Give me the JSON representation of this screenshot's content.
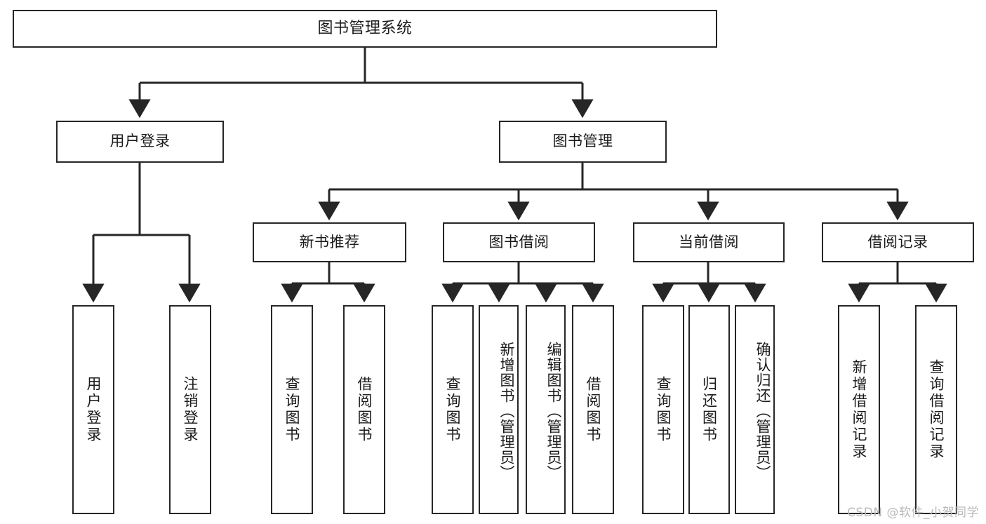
{
  "diagram": {
    "type": "tree",
    "title": "图书管理系统",
    "watermark": "CSDN @软件_小贺同学",
    "colors": {
      "stroke": "#262626",
      "fill": "#ffffff",
      "text": "#1a1a1a",
      "watermark": "#b9b9b9"
    },
    "levels": {
      "root": [
        "图书管理系统"
      ],
      "level2": [
        "用户登录",
        "图书管理"
      ],
      "level3": [
        "新书推荐",
        "图书借阅",
        "当前借阅",
        "借阅记录"
      ],
      "leaves": [
        "用户登录",
        "注销登录",
        "查询图书",
        "借阅图书",
        "查询图书",
        "新增图书（管理员）",
        "编辑图书（管理员）",
        "借阅图书",
        "查询图书",
        "归还图书",
        "确认归还（管理员）",
        "新增借阅记录",
        "查询借阅记录"
      ]
    },
    "nodes": {
      "root": {
        "label": "图书管理系统"
      },
      "user_login": {
        "label": "用户登录"
      },
      "book_manage": {
        "label": "图书管理"
      },
      "new_book_rec": {
        "label": "新书推荐"
      },
      "book_borrow": {
        "label": "图书借阅"
      },
      "current_borrow": {
        "label": "当前借阅"
      },
      "borrow_record": {
        "label": "借阅记录"
      },
      "leaf_user_login": {
        "label": "用户登录"
      },
      "leaf_logout": {
        "label": "注销登录"
      },
      "leaf_query_book_1": {
        "label": "查询图书"
      },
      "leaf_borrow_book_1": {
        "label": "借阅图书"
      },
      "leaf_query_book_2": {
        "label": "查询图书"
      },
      "leaf_add_book_admin": {
        "label": "新增图书（管理员）"
      },
      "leaf_edit_book_admin": {
        "label": "编辑图书（管理员）"
      },
      "leaf_borrow_book_2": {
        "label": "借阅图书"
      },
      "leaf_query_book_3": {
        "label": "查询图书"
      },
      "leaf_return_book": {
        "label": "归还图书"
      },
      "leaf_confirm_return_admin": {
        "label": "确认归还（管理员）"
      },
      "leaf_add_record": {
        "label": "新增借阅记录"
      },
      "leaf_query_record": {
        "label": "查询借阅记录"
      }
    },
    "edges": [
      {
        "from": "root",
        "to": "user_login"
      },
      {
        "from": "root",
        "to": "book_manage"
      },
      {
        "from": "user_login",
        "to": "leaf_user_login"
      },
      {
        "from": "user_login",
        "to": "leaf_logout"
      },
      {
        "from": "book_manage",
        "to": "new_book_rec"
      },
      {
        "from": "book_manage",
        "to": "book_borrow"
      },
      {
        "from": "book_manage",
        "to": "current_borrow"
      },
      {
        "from": "book_manage",
        "to": "borrow_record"
      },
      {
        "from": "new_book_rec",
        "to": "leaf_query_book_1"
      },
      {
        "from": "new_book_rec",
        "to": "leaf_borrow_book_1"
      },
      {
        "from": "book_borrow",
        "to": "leaf_query_book_2"
      },
      {
        "from": "book_borrow",
        "to": "leaf_add_book_admin"
      },
      {
        "from": "book_borrow",
        "to": "leaf_edit_book_admin"
      },
      {
        "from": "book_borrow",
        "to": "leaf_borrow_book_2"
      },
      {
        "from": "current_borrow",
        "to": "leaf_query_book_3"
      },
      {
        "from": "current_borrow",
        "to": "leaf_return_book"
      },
      {
        "from": "current_borrow",
        "to": "leaf_confirm_return_admin"
      },
      {
        "from": "borrow_record",
        "to": "leaf_add_record"
      },
      {
        "from": "borrow_record",
        "to": "leaf_query_record"
      }
    ]
  }
}
